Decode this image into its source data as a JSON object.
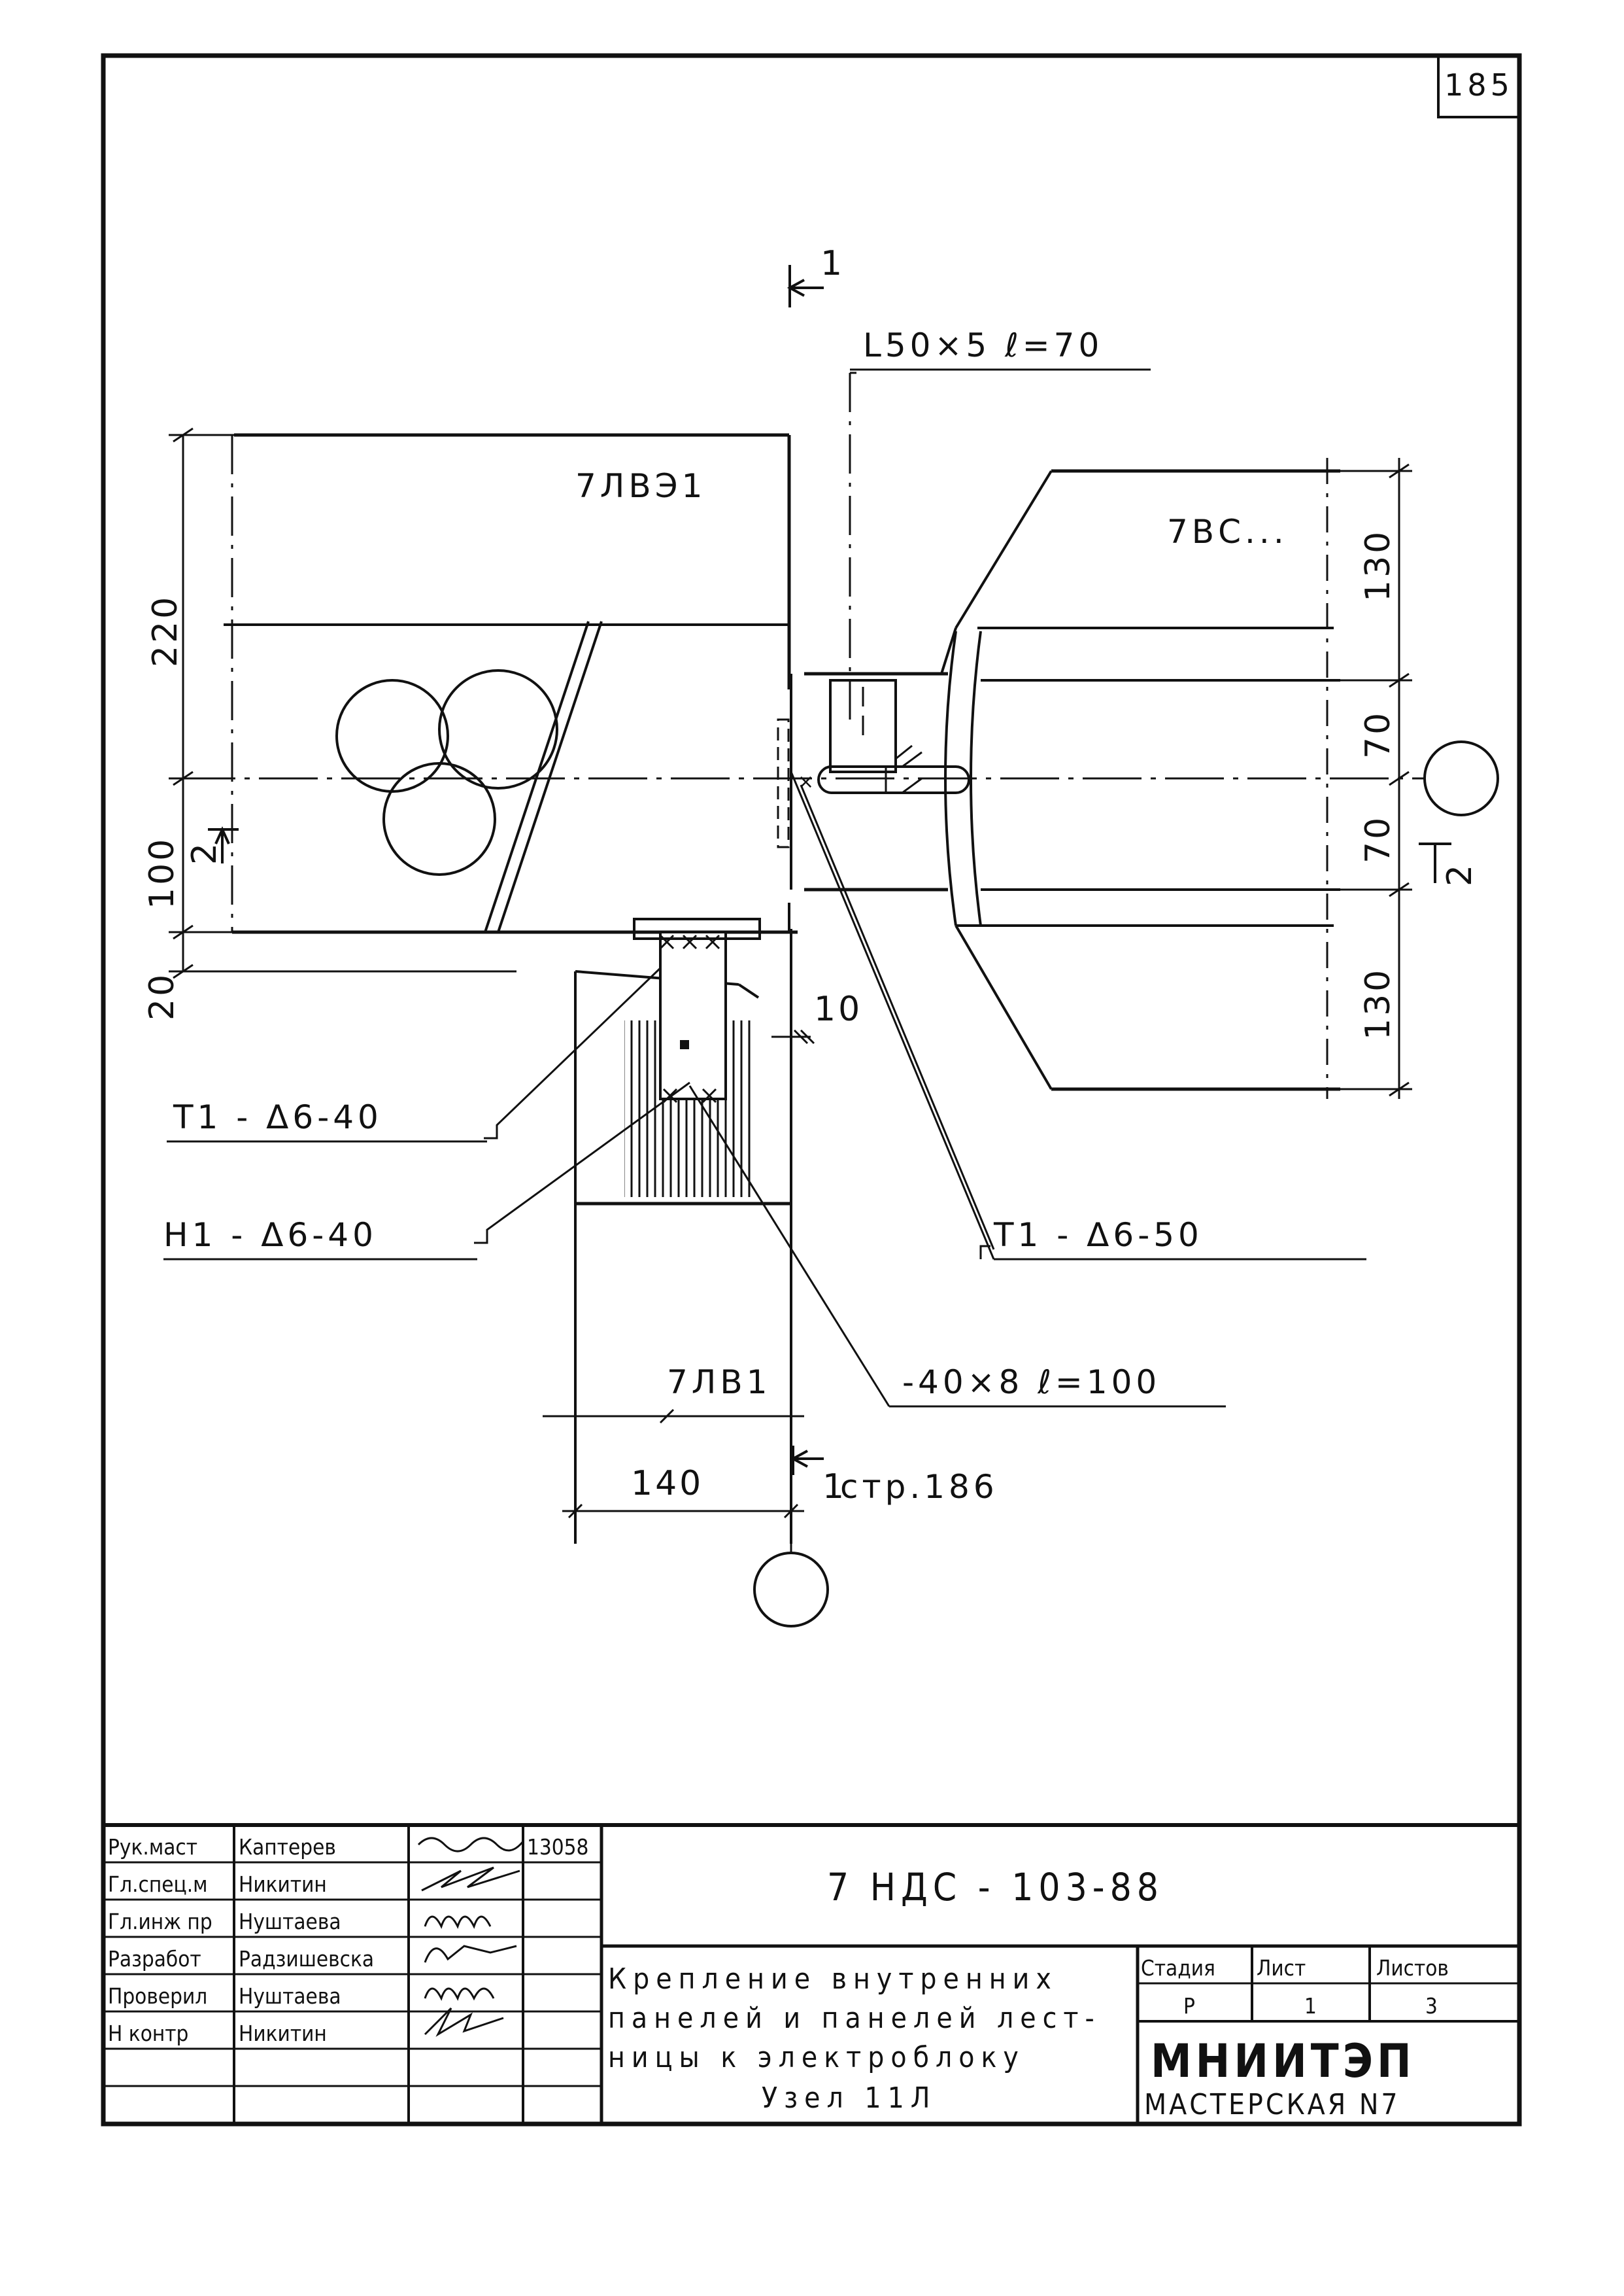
{
  "sheet_number": "185",
  "section_marks": {
    "top": "1",
    "left": "2",
    "right": "2",
    "bottom": "1",
    "bottom_ref": "стр.186"
  },
  "labels": {
    "angle": "L50×5 ℓ=70",
    "panel_top_left": "7ЛВЭ1",
    "panel_right": "7ВС...",
    "panel_bottom": "7ЛВ1",
    "weld_t1_40": "Т1 - Δ6-40",
    "weld_h1_40": "Н1 - Δ6-40",
    "weld_t1_50": "Т1 - Δ6-50",
    "plate": "-40×8 ℓ=100"
  },
  "dimensions": {
    "d220": "220",
    "d100": "100",
    "d20": "20",
    "d10": "10",
    "d140": "140",
    "d130_top": "130",
    "d70_top": "70",
    "d70_bottom": "70",
    "d130_bottom": "130"
  },
  "title_block": {
    "rows": [
      {
        "role": "Рук.маст",
        "name": "Каптерев",
        "extra": "13058"
      },
      {
        "role": "Гл.спец.м",
        "name": "Никитин",
        "extra": ""
      },
      {
        "role": "Гл.инж пр",
        "name": "Нуштаева",
        "extra": ""
      },
      {
        "role": "Разработ",
        "name": "Радзишевска",
        "extra": ""
      },
      {
        "role": "Проверил",
        "name": "Нуштаева",
        "extra": ""
      },
      {
        "role": "Н контр",
        "name": "Никитин",
        "extra": ""
      }
    ],
    "document_code": "7 НДС - 103-88",
    "title_lines": [
      "Крепление внутренних",
      "панелей и панелей лест-",
      "ницы к электроблоку",
      "Узел 11Л"
    ],
    "stage_header": "Стадия",
    "sheet_header": "Лист",
    "sheets_header": "Листов",
    "stage": "Р",
    "sheet": "1",
    "sheets": "3",
    "organization": "МНИИТЭП",
    "department": "МАСТЕРСКАЯ N7"
  }
}
